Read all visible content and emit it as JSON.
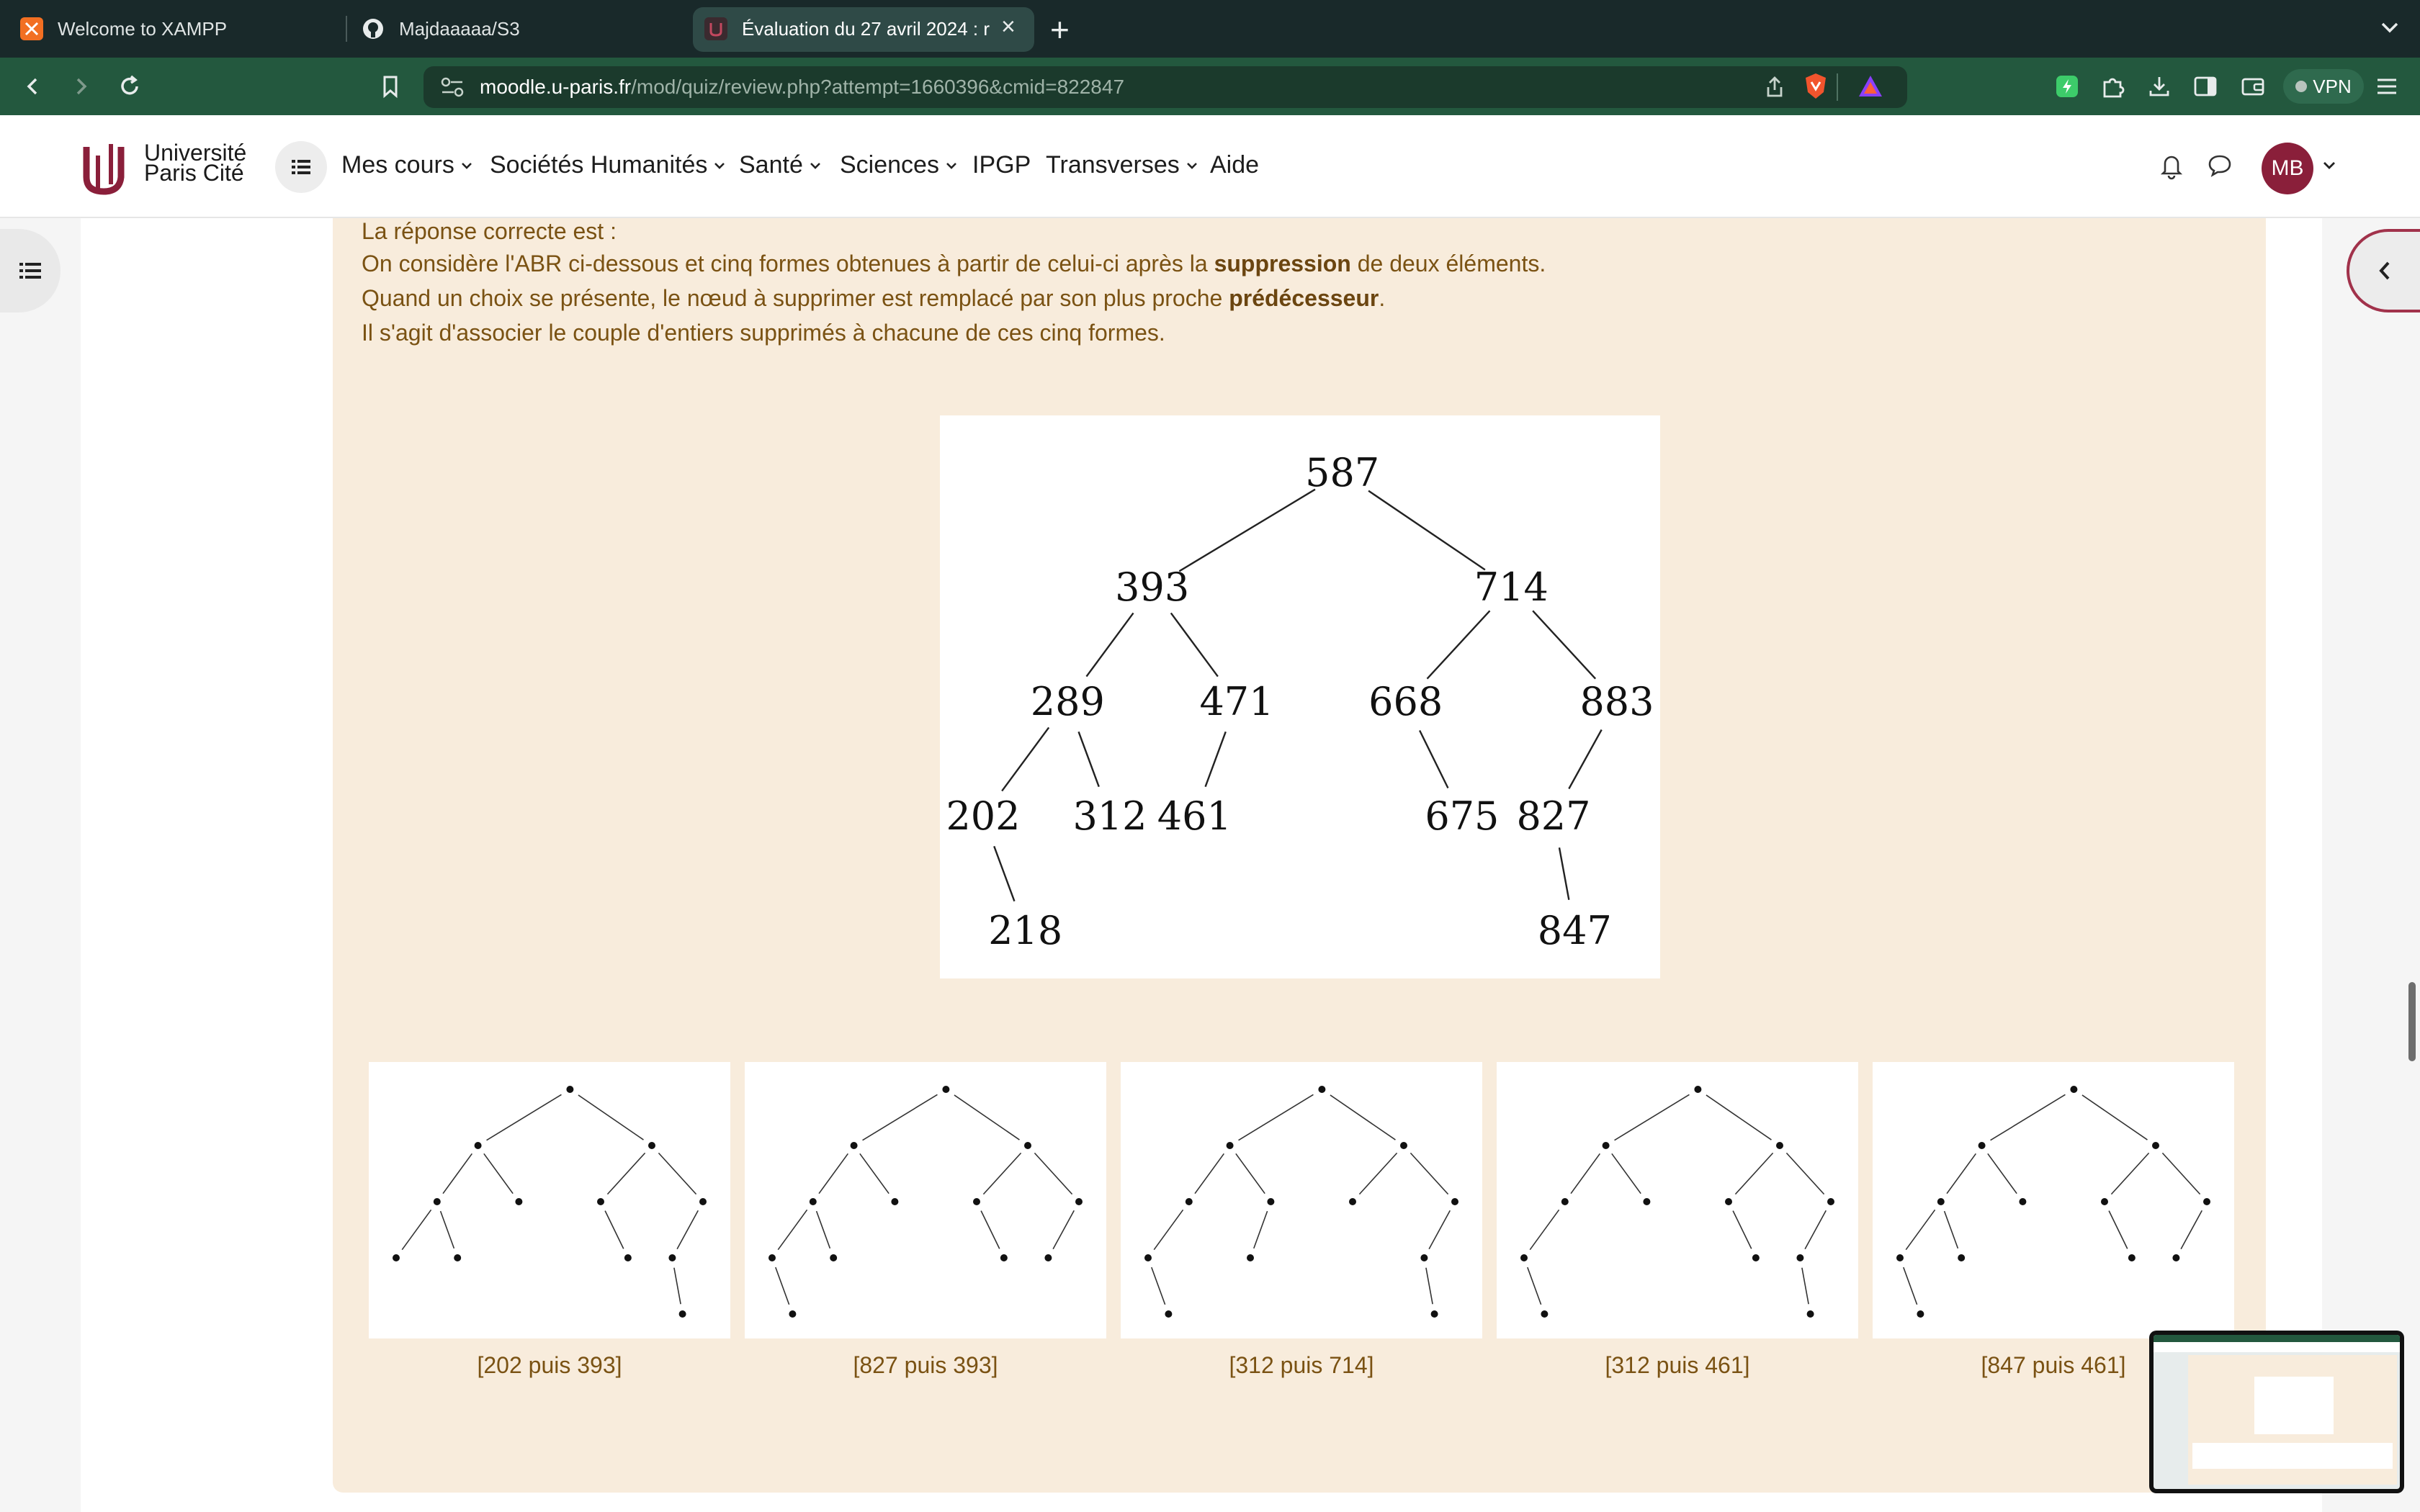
{
  "browser": {
    "tabs": [
      {
        "title": "Welcome to XAMPP",
        "icon": "xampp-icon",
        "active": false
      },
      {
        "title": "Majdaaaaa/S3",
        "icon": "github-icon",
        "active": false
      },
      {
        "title": "Évaluation du 27 avril 2024 : r",
        "icon": "upc-icon",
        "active": true
      }
    ],
    "url_host": "moodle.u-paris.fr",
    "url_path": "/mod/quiz/review.php?attempt=1660396&cmid=822847",
    "vpn_label": "VPN",
    "colors": {
      "tabstrip": "#19292a",
      "toolbar": "#23583e"
    }
  },
  "moodle": {
    "logo_line1": "Université",
    "logo_line2": "Paris Cité",
    "nav": [
      {
        "label": "Mes cours",
        "dropdown": true
      },
      {
        "label": "Sociétés Humanités",
        "dropdown": true
      },
      {
        "label": "Santé",
        "dropdown": true
      },
      {
        "label": "Sciences",
        "dropdown": true
      },
      {
        "label": "IPGP",
        "dropdown": false
      },
      {
        "label": "Transverses",
        "dropdown": true
      },
      {
        "label": "Aide",
        "dropdown": false
      }
    ],
    "user_initials": "MB",
    "accent": "#8a1f3a"
  },
  "feedback": {
    "header": "La réponse correcte est :",
    "line1_before": "On considère l'ABR ci-dessous et cinq formes obtenues à partir de celui-ci après la ",
    "line1_bold": "suppression",
    "line1_after": " de deux éléments.",
    "line2_before": "Quand un choix se présente, le nœud à supprimer est remplacé par son plus proche ",
    "line2_bold": "prédécesseur",
    "line2_after": ".",
    "line3": "Il s'agit d'associer le couple d'entiers supprimés à chacune de ces cinq formes.",
    "background": "#f8ecdc",
    "text_color": "#7a5213"
  },
  "tree": {
    "nodes": [
      {
        "id": "n587",
        "label": "587",
        "children": [
          "n393",
          "n714"
        ]
      },
      {
        "id": "n393",
        "label": "393",
        "children": [
          "n289",
          "n471"
        ]
      },
      {
        "id": "n714",
        "label": "714",
        "children": [
          "n668",
          "n883"
        ]
      },
      {
        "id": "n289",
        "label": "289",
        "children": [
          "n202",
          "n312"
        ]
      },
      {
        "id": "n471",
        "label": "471",
        "children": [
          "n461"
        ]
      },
      {
        "id": "n668",
        "label": "668",
        "children": [
          "n675"
        ]
      },
      {
        "id": "n883",
        "label": "883",
        "children": [
          "n827"
        ]
      },
      {
        "id": "n202",
        "label": "202",
        "children": [
          "n218"
        ]
      },
      {
        "id": "n312",
        "label": "312",
        "children": []
      },
      {
        "id": "n461",
        "label": "461",
        "children": []
      },
      {
        "id": "n675",
        "label": "675",
        "children": []
      },
      {
        "id": "n827",
        "label": "827",
        "children": [
          "n847"
        ]
      },
      {
        "id": "n218",
        "label": "218",
        "children": []
      },
      {
        "id": "n847",
        "label": "847",
        "children": []
      }
    ]
  },
  "shapes": [
    {
      "label": "[202 puis 393]",
      "nodes": [
        "n587",
        "n393",
        "n714",
        "n289",
        "n471",
        "n668",
        "n883",
        "n202",
        "n312",
        "n675",
        "n827",
        "n847"
      ]
    },
    {
      "label": "[827 puis 393]",
      "nodes": [
        "n587",
        "n393",
        "n714",
        "n289",
        "n471",
        "n668",
        "n883",
        "n202",
        "n312",
        "n675",
        "n827",
        "n218"
      ]
    },
    {
      "label": "[312 puis 714]",
      "nodes": [
        "n587",
        "n393",
        "n714",
        "n289",
        "n471",
        "n668",
        "n883",
        "n202",
        "n461",
        "n827",
        "n218",
        "n847"
      ]
    },
    {
      "label": "[312 puis 461]",
      "nodes": [
        "n587",
        "n393",
        "n714",
        "n289",
        "n471",
        "n668",
        "n883",
        "n202",
        "n675",
        "n827",
        "n218",
        "n847"
      ]
    },
    {
      "label": "[847 puis 461]",
      "nodes": [
        "n587",
        "n393",
        "n714",
        "n289",
        "n471",
        "n668",
        "n883",
        "n202",
        "n312",
        "n675",
        "n827",
        "n218"
      ]
    }
  ]
}
